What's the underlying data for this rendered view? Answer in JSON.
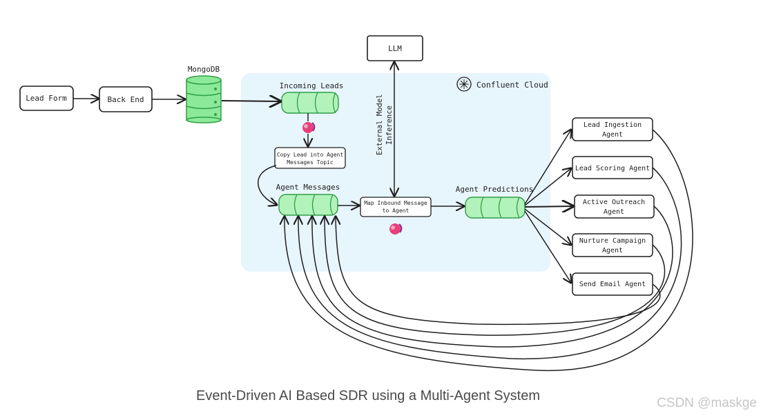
{
  "nodes": {
    "lead_form": "Lead Form",
    "back_end": "Back End",
    "mongodb": "MongoDB",
    "llm": "LLM",
    "confluent_cloud": "Confluent Cloud",
    "incoming_leads": "Incoming Leads",
    "copy_lead": [
      "Copy Lead into Agent",
      "Messages Topic"
    ],
    "agent_messages": "Agent Messages",
    "external_model": [
      "External Model",
      "Inference"
    ],
    "map_inbound": [
      "Map Inbound Message",
      "to Agent"
    ],
    "agent_predictions": "Agent Predictions",
    "lead_ingestion": [
      "Lead Ingestion",
      "Agent"
    ],
    "lead_scoring": "Lead Scoring Agent",
    "active_outreach": [
      "Active Outreach",
      "Agent"
    ],
    "nurture_campaign": [
      "Nurture Campaign",
      "Agent"
    ],
    "send_email": "Send Email Agent"
  },
  "caption": "Event-Driven AI Based SDR using a Multi-Agent System",
  "watermark": "CSDN @maskge",
  "colors": {
    "cloud_panel": "#e7f5fd",
    "topic_fill": "#b2f2bb",
    "topic_stroke": "#2f9e44",
    "db_fill": "#8ce99a",
    "flink_icon": "#e8407a"
  },
  "icons": [
    "confluent-logo-icon",
    "flink-squirrel-icon"
  ]
}
